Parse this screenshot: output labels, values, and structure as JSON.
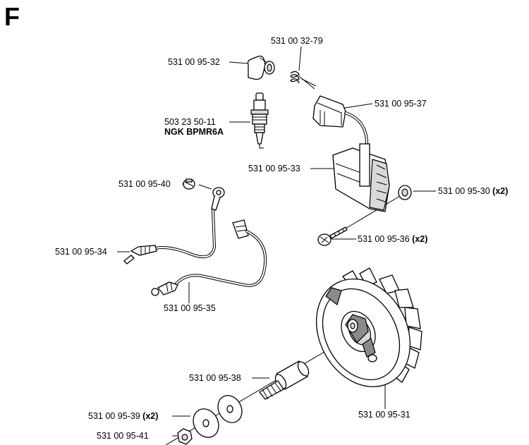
{
  "section_letter": "F",
  "parts": [
    {
      "id": "p1",
      "number": "531 00 32-79",
      "suffix": ""
    },
    {
      "id": "p2",
      "number": "531 00 95-32",
      "suffix": ""
    },
    {
      "id": "p3",
      "number": "531 00 95-37",
      "suffix": ""
    },
    {
      "id": "p4",
      "number": "503 23 50-11",
      "suffix": ""
    },
    {
      "id": "p5",
      "number": "531 00 95-33",
      "suffix": ""
    },
    {
      "id": "p6",
      "number": "531 00 95-40",
      "suffix": ""
    },
    {
      "id": "p7",
      "number": "531 00 95-30",
      "suffix": "(x2)"
    },
    {
      "id": "p8",
      "number": "531 00 95-36",
      "suffix": "(x2)"
    },
    {
      "id": "p9",
      "number": "531 00 95-34",
      "suffix": ""
    },
    {
      "id": "p10",
      "number": "531 00 95-35",
      "suffix": ""
    },
    {
      "id": "p11",
      "number": "531 00 95-38",
      "suffix": ""
    },
    {
      "id": "p12",
      "number": "531 00 95-31",
      "suffix": ""
    },
    {
      "id": "p13",
      "number": "531 00 95-39",
      "suffix": "(x2)"
    },
    {
      "id": "p14",
      "number": "531 00 95-41",
      "suffix": ""
    }
  ],
  "spark_plug_note": "NGK BPMR6A"
}
